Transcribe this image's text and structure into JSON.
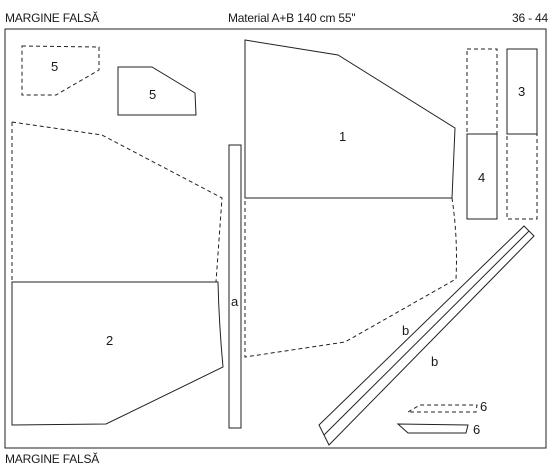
{
  "header": {
    "left": "MARGINE FALSĂ",
    "center": "Material A+B 140 cm 55''",
    "right": "36 - 44"
  },
  "footer": {
    "left": "MARGINE FALSĂ"
  },
  "pieces": {
    "p1": "1",
    "p2": "2",
    "p3": "3",
    "p4": "4",
    "p5_top": "5",
    "p5_mid": "5",
    "p6_top": "6",
    "p6_bot": "6",
    "a": "a",
    "b_top": "b",
    "b_bot": "b"
  }
}
